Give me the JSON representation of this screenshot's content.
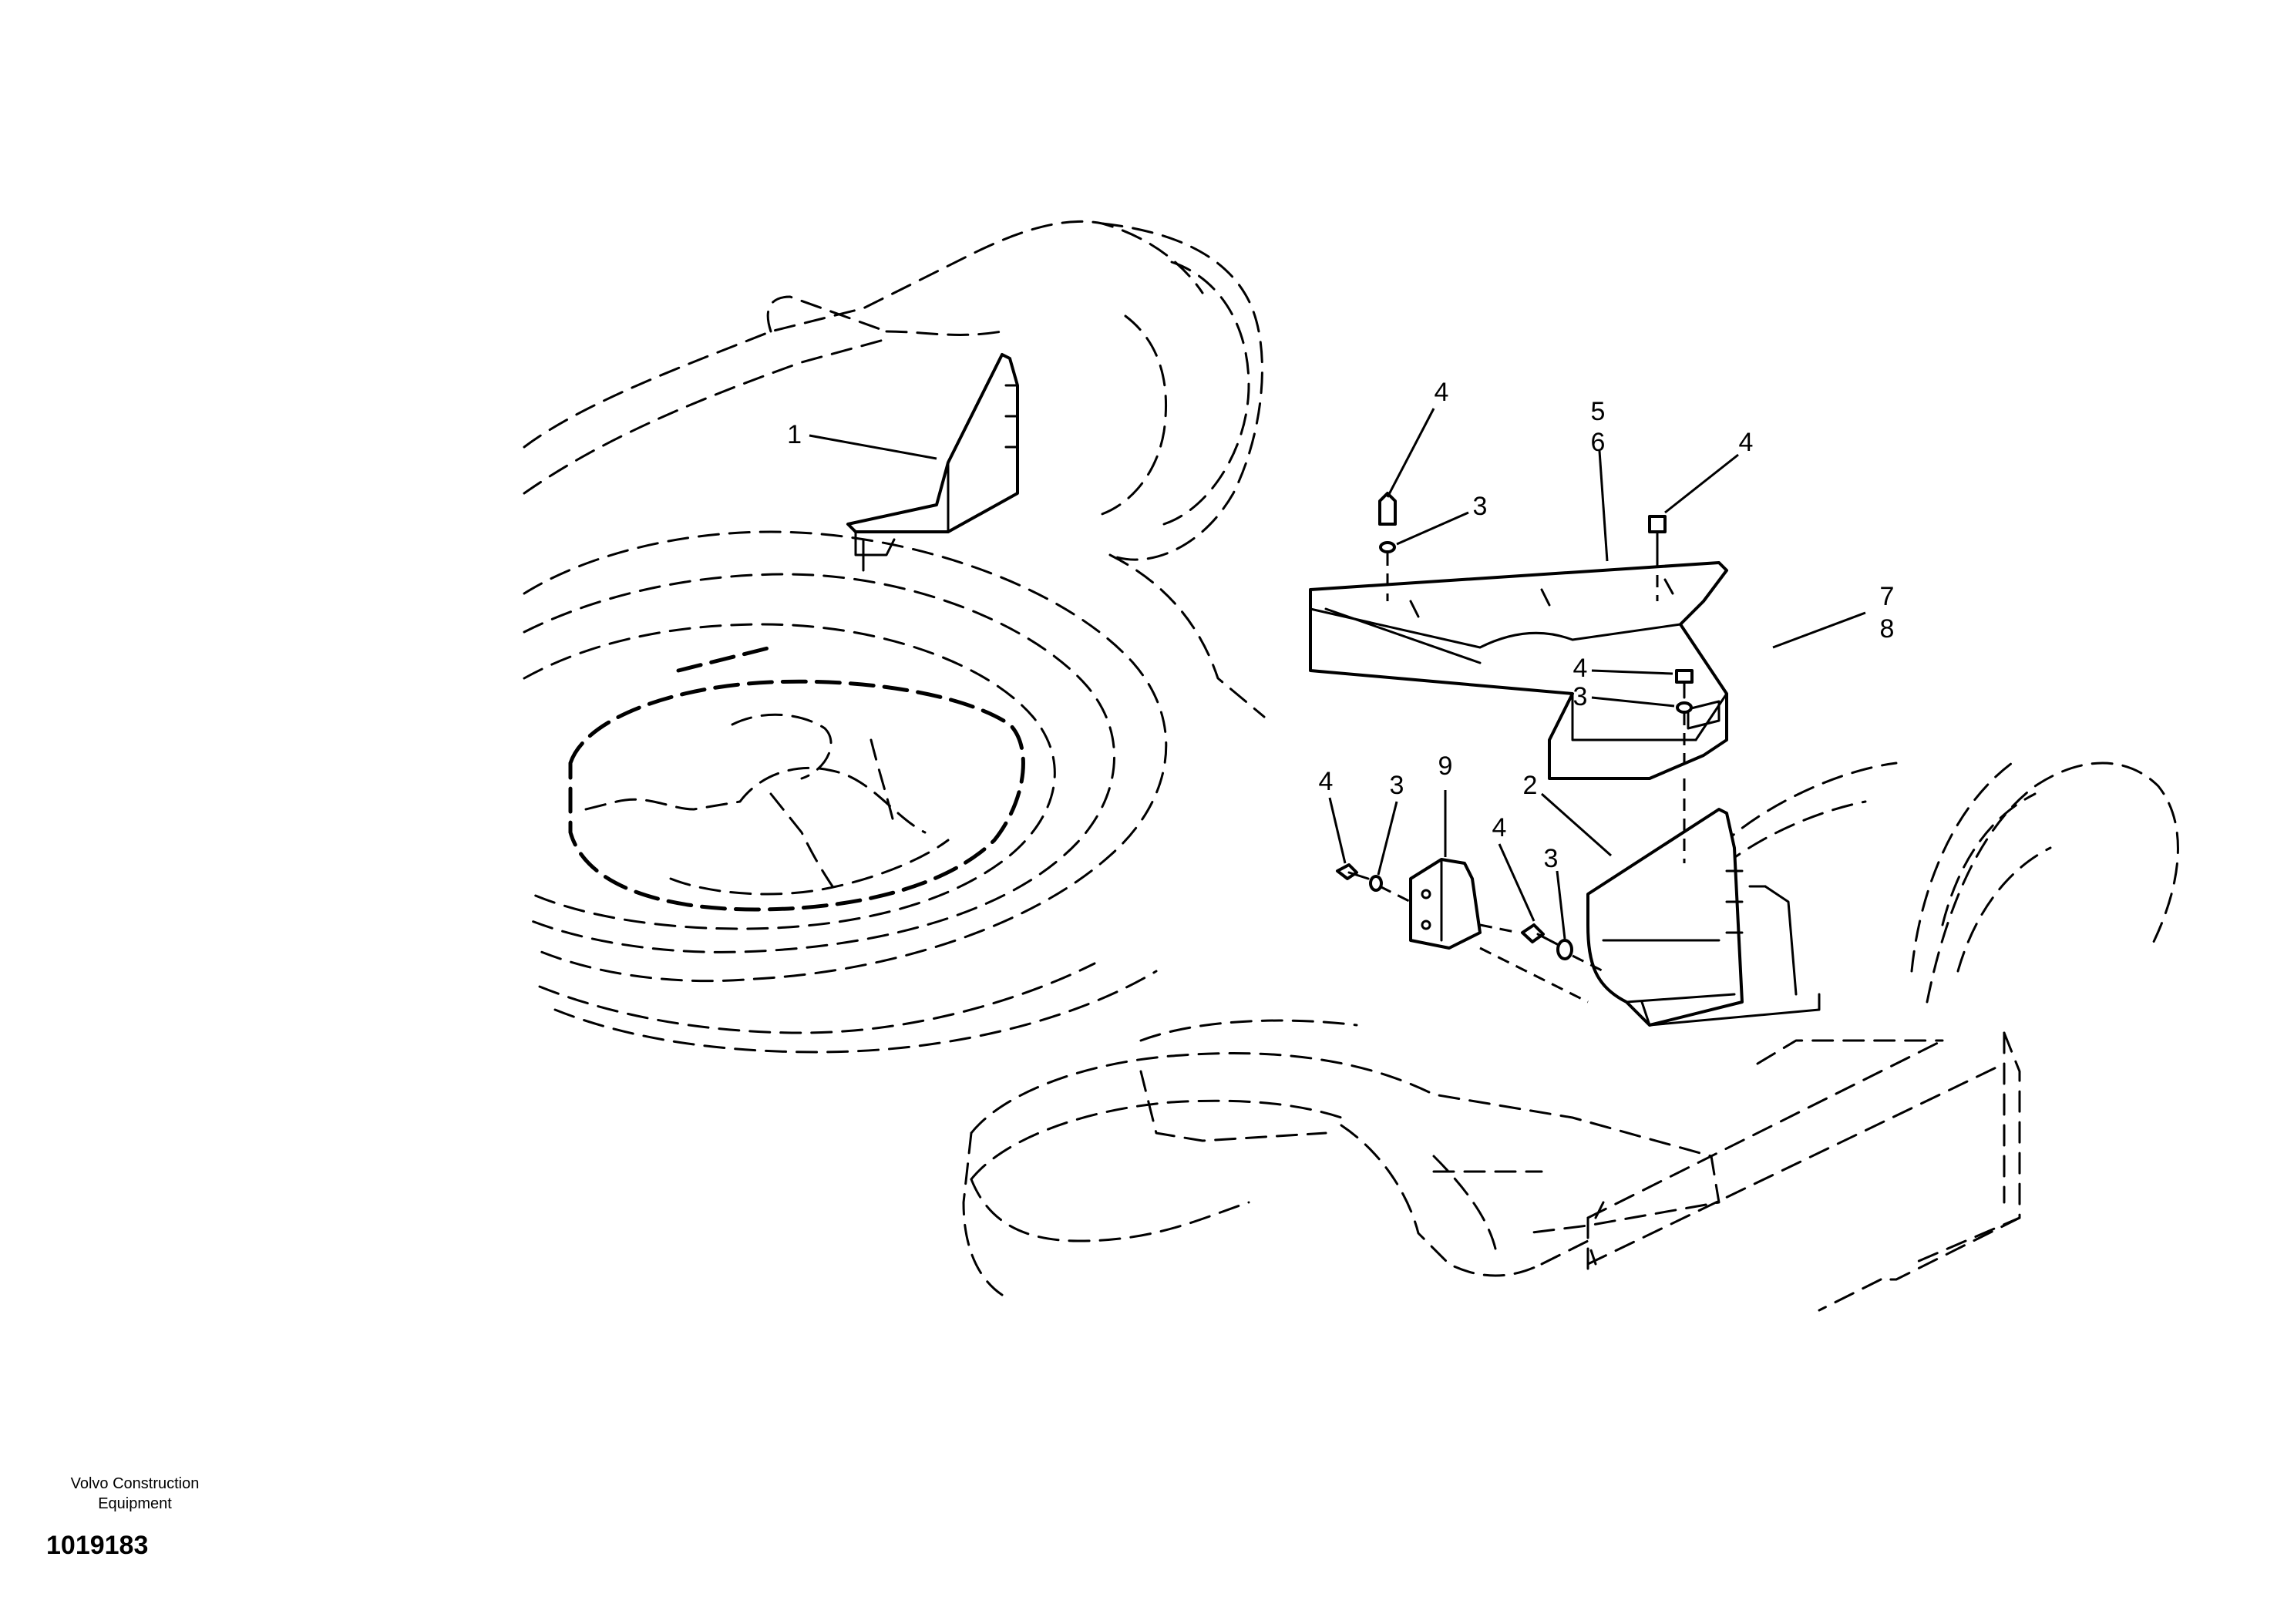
{
  "diagram": {
    "callouts": [
      {
        "id": "c1",
        "text": "1"
      },
      {
        "id": "c2",
        "text": "2"
      },
      {
        "id": "c3a",
        "text": "3"
      },
      {
        "id": "c3b",
        "text": "3"
      },
      {
        "id": "c3c",
        "text": "3"
      },
      {
        "id": "c3d",
        "text": "3"
      },
      {
        "id": "c4a",
        "text": "4"
      },
      {
        "id": "c4b",
        "text": "4"
      },
      {
        "id": "c4c",
        "text": "4"
      },
      {
        "id": "c4d",
        "text": "4"
      },
      {
        "id": "c4e",
        "text": "4"
      },
      {
        "id": "c5",
        "text": "5"
      },
      {
        "id": "c6",
        "text": "6"
      },
      {
        "id": "c7",
        "text": "7"
      },
      {
        "id": "c8",
        "text": "8"
      },
      {
        "id": "c9",
        "text": "9"
      }
    ]
  },
  "footer": {
    "company": "Volvo Construction Equipment",
    "doc_number": "1019183"
  }
}
